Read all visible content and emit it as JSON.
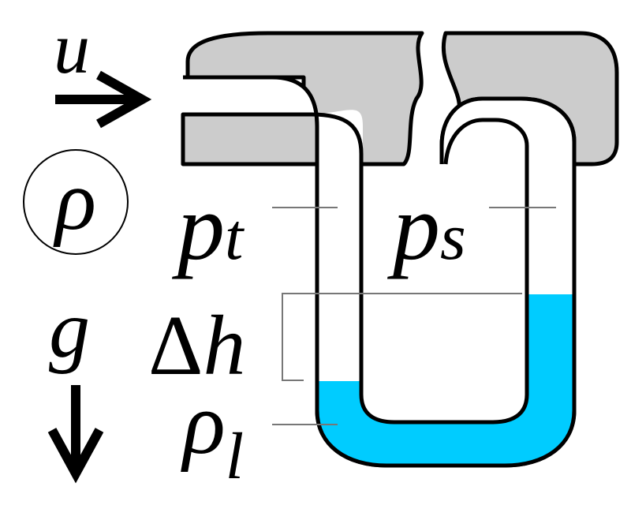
{
  "labels": {
    "velocity": "u",
    "fluid_density": "ρ",
    "gravity": "g",
    "total_pressure_symbol": "p",
    "total_pressure_subscript": "t",
    "static_pressure_symbol": "p",
    "static_pressure_subscript": "s",
    "height_difference_delta": "Δ",
    "height_difference_symbol": "h",
    "liquid_density_symbol": "ρ",
    "liquid_density_subscript": "l"
  },
  "colors": {
    "probe_body": "#cccccc",
    "manometer_liquid": "#00ccff",
    "outline": "#000000",
    "leader_lines": "#777777"
  },
  "icons": {
    "flow_arrow": "arrow-right-icon",
    "gravity_arrow": "arrow-down-icon"
  }
}
